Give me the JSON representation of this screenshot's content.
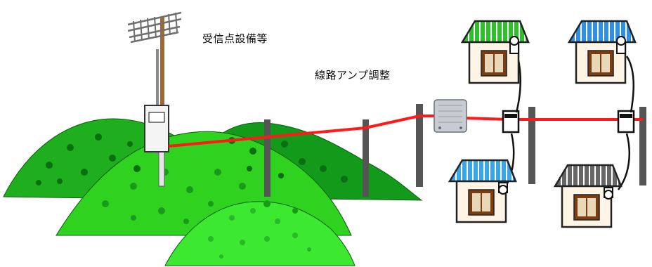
{
  "labels": {
    "receiving_equipment": "受信点設備等",
    "line_amp_adjustment": "線路アンプ調整"
  },
  "colors": {
    "signal_line": "#ff1a1a",
    "hill_dark": "#0f8a17",
    "hill_mid": "#24c21f",
    "hill_light": "#3ce830",
    "pole": "#555555",
    "house_wall": "#fff5e6",
    "house_outline": "#222222",
    "window_frame": "#7a3d12",
    "window_glass": "#e8d8b8",
    "amp_body": "#c8ccd2"
  },
  "houses": [
    {
      "roof_color": "#2fbf2a",
      "roof_icon": "green-roof"
    },
    {
      "roof_color": "#2f8fe0",
      "roof_icon": "blue-roof"
    },
    {
      "roof_color": "#3aa6e8",
      "roof_icon": "light-blue-roof"
    },
    {
      "roof_color": "#666666",
      "roof_icon": "gray-roof"
    }
  ]
}
